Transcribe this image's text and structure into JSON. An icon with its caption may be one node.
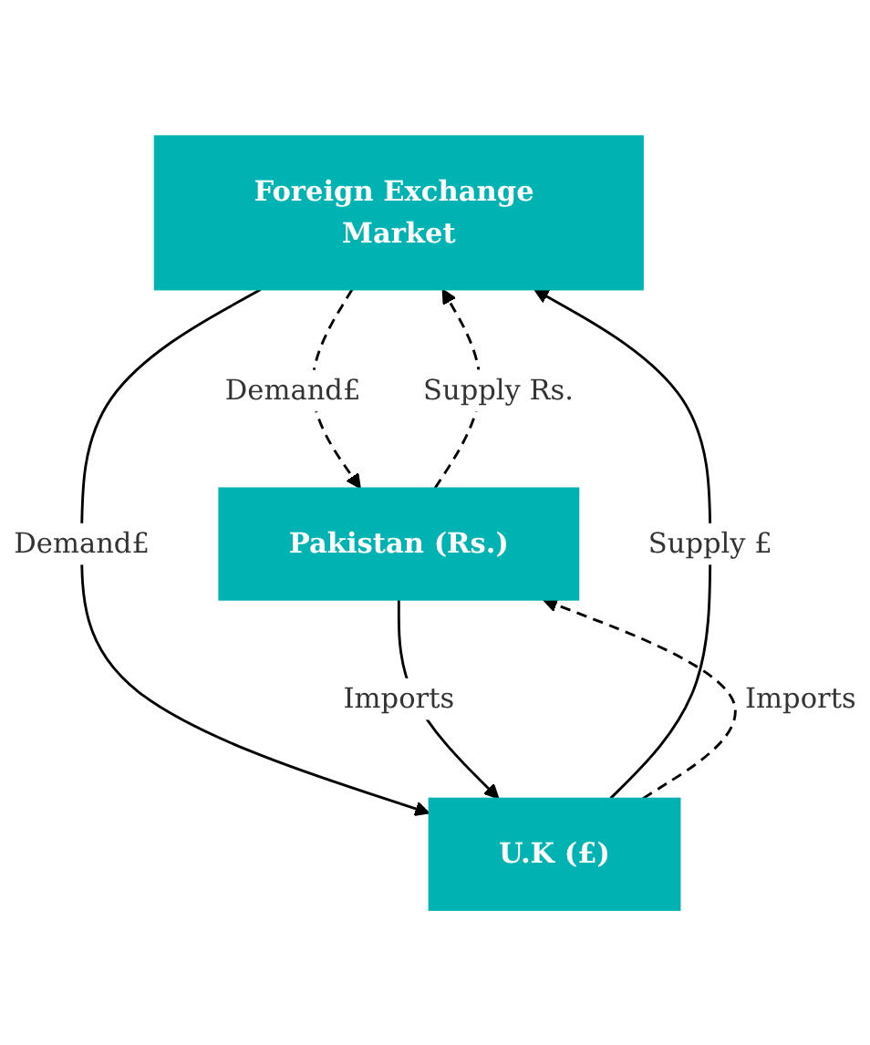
{
  "diagram": {
    "nodes": [
      {
        "text": [
          "Foreign Exchange Market"
        ]
      },
      {
        "text": [
          "Pakistan (Rs.)"
        ]
      },
      {
        "text": [
          "U.K (£)"
        ]
      }
    ],
    "edges": [
      {
        "from": 1,
        "to": 0,
        "arrow": "to",
        "label": "Supply Rs.",
        "style": "dashed"
      },
      {
        "from": 0,
        "to": 1,
        "arrow": "to",
        "label": "Demand£",
        "style": "dashed"
      },
      {
        "from": 2,
        "to": 0,
        "arrow": "to",
        "label": "Supply £"
      },
      {
        "from": 0,
        "to": 2,
        "arrow": "to",
        "label": "Demand£"
      },
      {
        "from": 2,
        "to": 1,
        "arrow": "to",
        "label": "Imports",
        "style": "dashed"
      },
      {
        "from": 1,
        "to": 2,
        "arrow": "to",
        "label": "Imports"
      }
    ]
  }
}
